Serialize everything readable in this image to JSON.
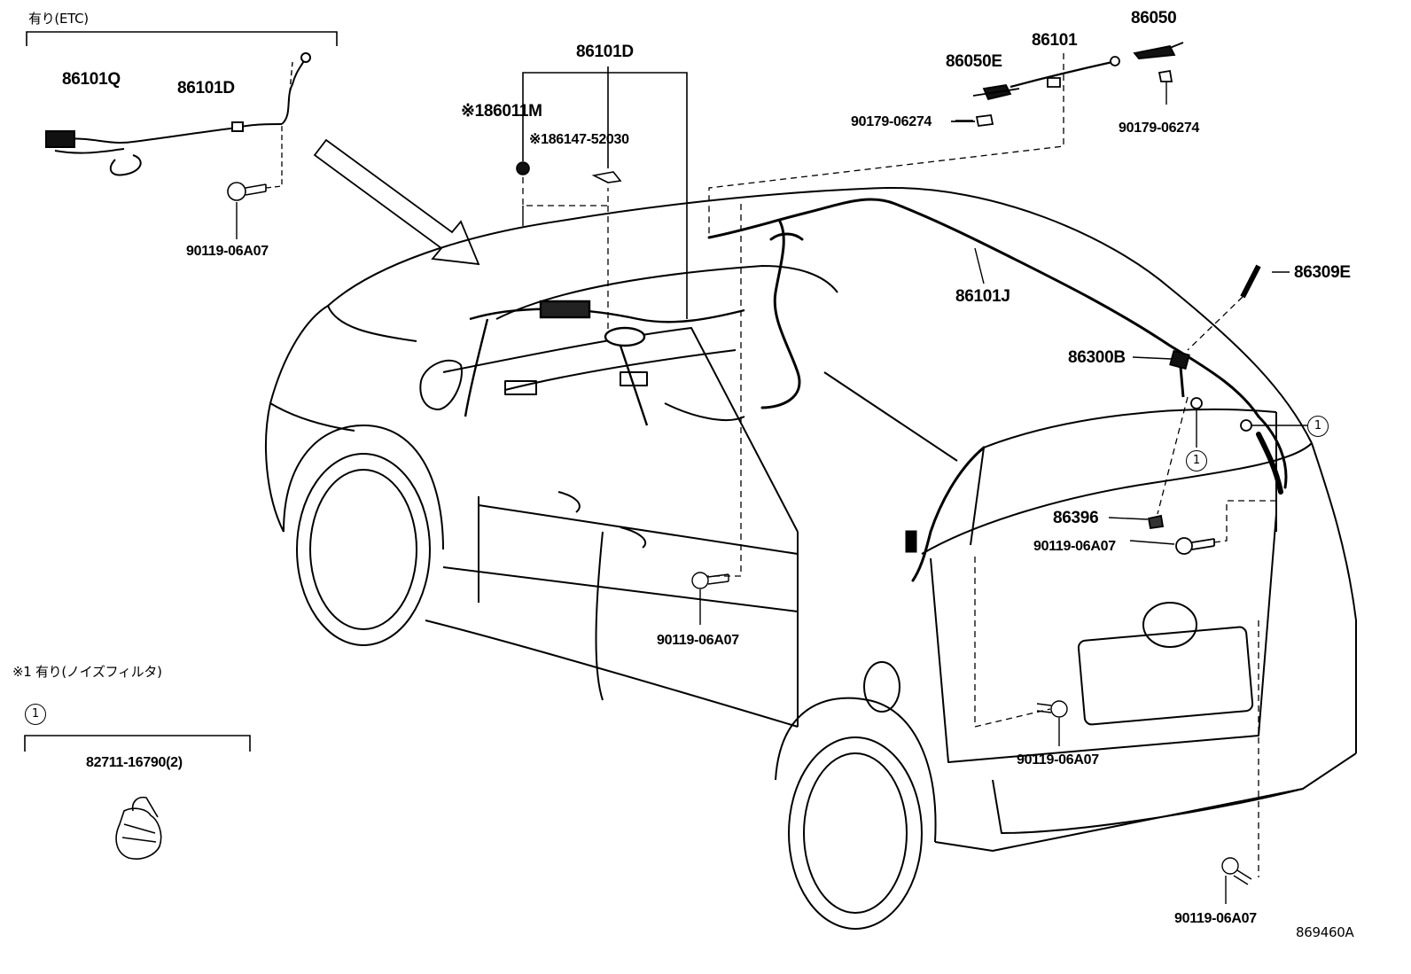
{
  "etc_group": {
    "header": "有り(ETC)"
  },
  "noise_filter": {
    "note": "※1 有り(ノイズフィルタ)",
    "ref_mark": "1",
    "part": "82711-16790(2)"
  },
  "parts": {
    "p86101Q": "86101Q",
    "p86101D_etc": "86101D",
    "p90119_etc": "90119-06A07",
    "p86101D_top": "86101D",
    "p86011M": "※186011M",
    "p86147": "※186147-52030",
    "p86050E": "86050E",
    "p86101": "86101",
    "p86050": "86050",
    "p90179_left": "90179-06274",
    "p90179_right": "90179-06274",
    "p86101J": "86101J",
    "p86309E": "86309E",
    "p86300B": "86300B",
    "p86396": "86396",
    "p90119_rear": "90119-06A07",
    "p90119_center": "90119-06A07",
    "p90119_lower": "90119-06A07",
    "p90119_bottom": "90119-06A07"
  },
  "callouts": {
    "c1_right": "1",
    "c1_mid": "1"
  },
  "diagram_id": "869460A"
}
